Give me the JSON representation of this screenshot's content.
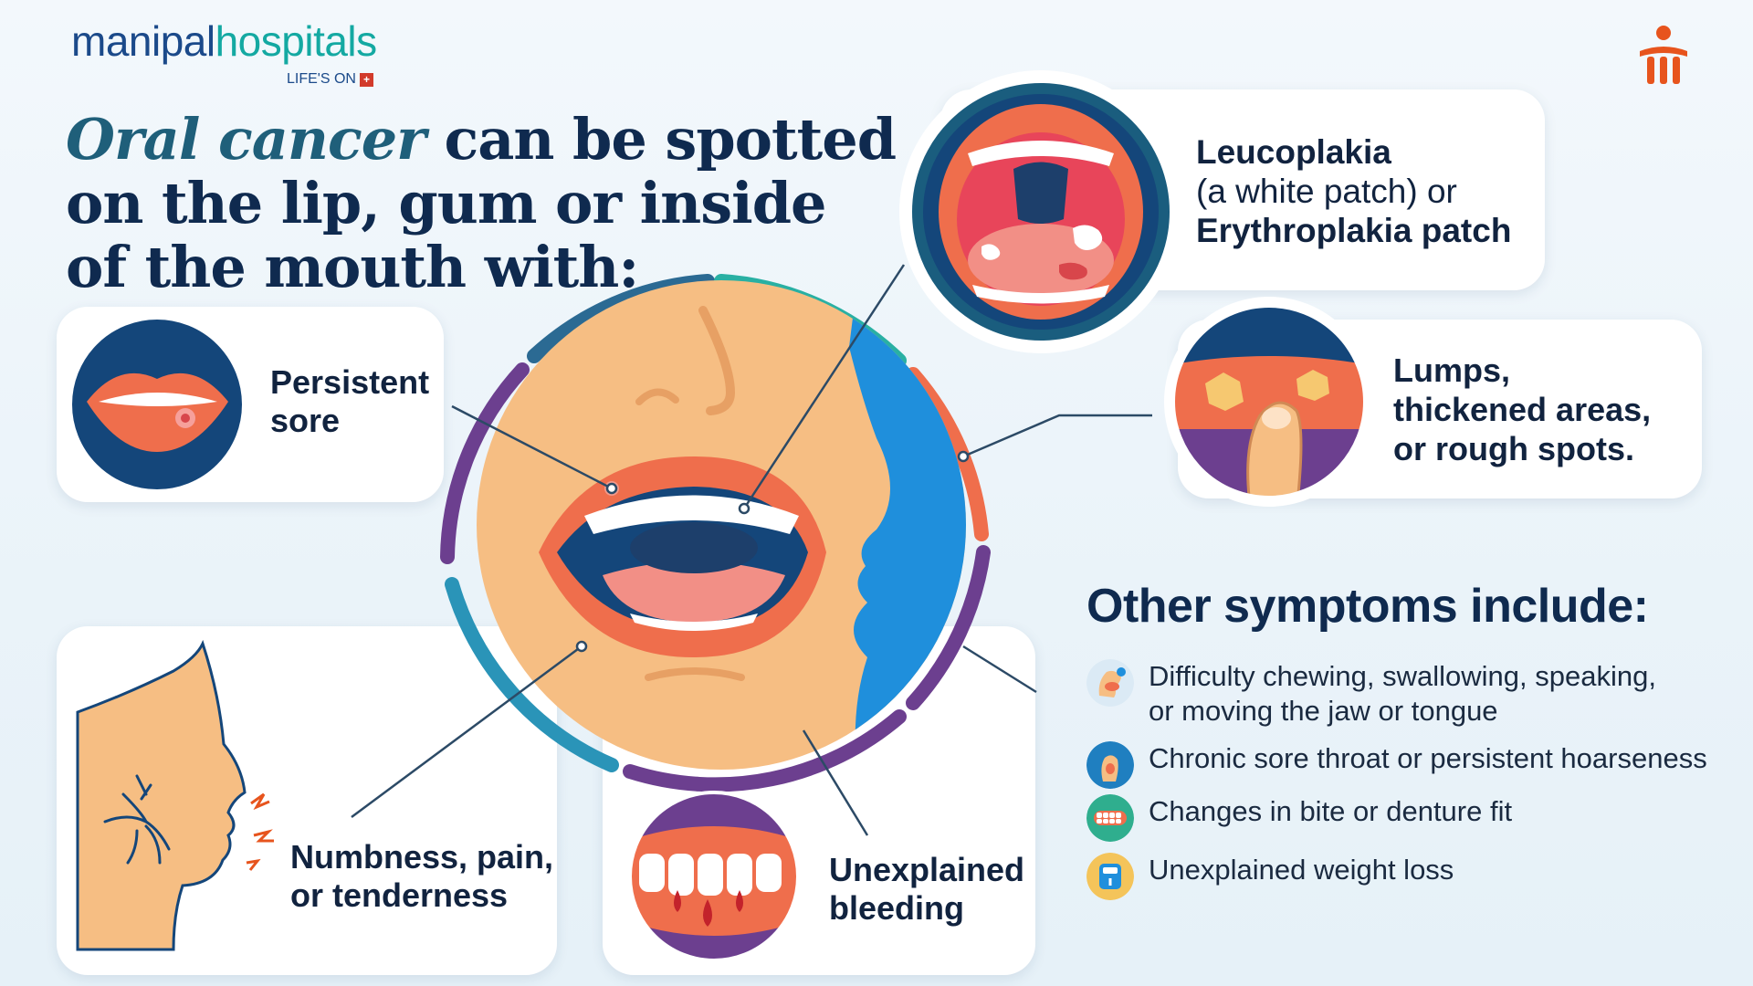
{
  "brand": {
    "name_part1": "manipal",
    "name_part2": "hospitals",
    "tagline": "LIFE'S ON",
    "tag_mark": "+"
  },
  "headline": {
    "highlight": "Oral cancer",
    "line1_rest": " can be spotted",
    "line2": "on the lip, gum or inside",
    "line3": "of the mouth with:"
  },
  "callouts": {
    "persistent_sore": {
      "line1": "Persistent",
      "line2": "sore"
    },
    "leucoplakia": {
      "line1": "Leucoplakia",
      "line2": "(a white patch) or",
      "line3": "Erythroplakia patch"
    },
    "lumps": {
      "line1": "Lumps,",
      "line2": "thickened areas,",
      "line3": "or rough spots."
    },
    "numbness": {
      "line1": "Numbness, pain,",
      "line2": "or tenderness"
    },
    "bleeding": {
      "line1": "Unexplained",
      "line2": "bleeding"
    }
  },
  "other_symptoms": {
    "title": "Other symptoms include:",
    "items": [
      {
        "line1": "Difficulty chewing, swallowing, speaking,",
        "line2": "or moving the jaw or tongue",
        "icon": "swallowing-icon"
      },
      {
        "line1": "Chronic sore throat or persistent hoarseness",
        "line2": "",
        "icon": "throat-icon"
      },
      {
        "line1": "Changes in bite or denture fit",
        "line2": "",
        "icon": "teeth-icon"
      },
      {
        "line1": "Unexplained weight loss",
        "line2": "",
        "icon": "scale-icon"
      }
    ]
  },
  "colors": {
    "navy": "#0f2a4f",
    "teal": "#14a9a2",
    "skin": "#f6be83",
    "lip": "#ef6e4c",
    "purple": "#6c3f8f",
    "blue": "#1f8fdc"
  }
}
